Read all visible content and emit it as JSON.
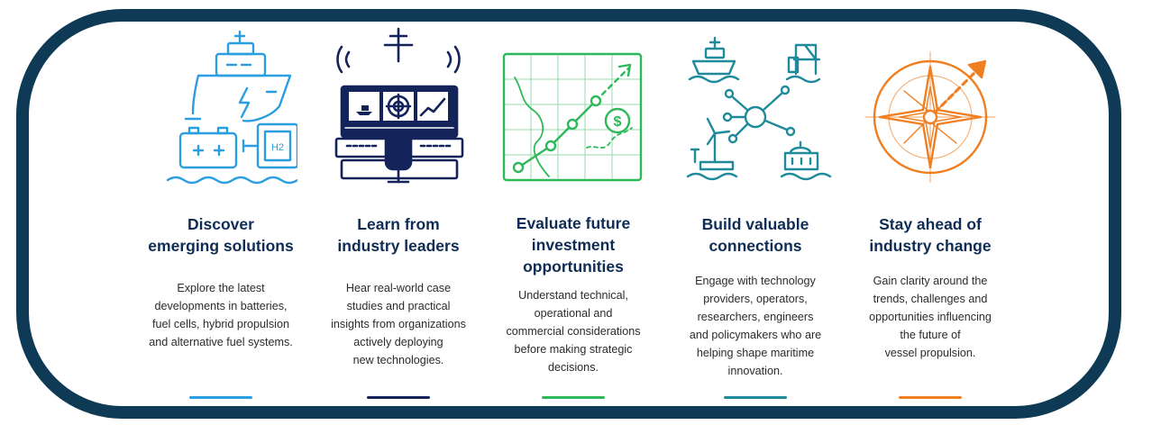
{
  "columns": [
    {
      "icon": "ship-battery-hydrogen-icon",
      "accent": "#2a9ee0",
      "title": [
        "Discover",
        "emerging solutions"
      ],
      "desc": [
        "Explore the latest",
        "developments in batteries,",
        "fuel cells, hybrid propulsion",
        "and alternative fuel systems."
      ],
      "h2_label": "H2"
    },
    {
      "icon": "ship-bridge-control-icon",
      "accent": "#14245a",
      "title": [
        "Learn from",
        "industry leaders"
      ],
      "desc": [
        "Hear real-world case",
        "studies and practical",
        "insights from organizations",
        "actively deploying",
        "new technologies."
      ]
    },
    {
      "icon": "investment-map-chart-icon",
      "accent": "#2fb85a",
      "title": [
        "Evaluate future",
        "investment",
        "opportunities"
      ],
      "desc": [
        "Understand technical,",
        "operational and",
        "commercial considerations",
        "before making strategic",
        "decisions."
      ],
      "currency_symbol": "$"
    },
    {
      "icon": "network-connections-icon",
      "accent": "#1e8a9a",
      "title": [
        "Build valuable",
        "connections"
      ],
      "desc": [
        "Engage with technology",
        "providers, operators,",
        "researchers, engineers",
        "and policymakers who are",
        "helping shape maritime",
        "innovation."
      ]
    },
    {
      "icon": "compass-rose-icon",
      "accent": "#f07f22",
      "title": [
        "Stay ahead of",
        "industry change"
      ],
      "desc": [
        "Gain clarity around the",
        "trends, challenges and",
        "opportunities influencing",
        "the future of",
        "vessel propulsion."
      ]
    }
  ]
}
